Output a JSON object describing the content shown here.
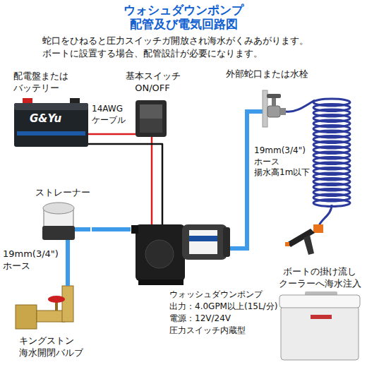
{
  "diagram": {
    "title": "ウォシュダウンポンプ 配管及び電気回路図",
    "nodes": [
      {
        "text": [
          "配電盤または バッテリー"
        ]
      },
      {
        "text": [
          "基本スイッチ ON/OFF"
        ]
      },
      {
        "text": [
          "外部蛇口または水栓"
        ]
      },
      {
        "text": [
          "ストレーナー"
        ]
      },
      {
        "text": [
          "ウォッシュダウンポンプ",
          "出力：4.0GPM以上(15L/分)",
          "電源：12V/24V",
          "圧力スイッチ内蔵型"
        ]
      },
      {
        "text": [
          "ボートの掛け流し クーラーへ海水注入"
        ]
      },
      {
        "text": [
          "キングストン 海水開閉バルブ"
        ]
      }
    ],
    "edges": [
      {
        "from": 0,
        "to": 1,
        "arrow": "none"
      },
      {
        "from": 1,
        "to": 4,
        "arrow": "none"
      },
      {
        "from": 0,
        "to": 4,
        "arrow": "none"
      },
      {
        "from": 6,
        "to": 3,
        "arrow": "none"
      },
      {
        "from": 3,
        "to": 4,
        "arrow": "none"
      },
      {
        "from": 4,
        "to": 2,
        "arrow": "none"
      }
    ],
    "labels": [
      "蛇口をひねると圧力スイッチガ開放され海水がくみあがります。",
      "ボートに設置する場合、配管設計が必要になります。",
      "G&Yu",
      "14AWG ケーブル",
      "19mm(3/4\") ホース 揚水高1m以下",
      "19mm(3/4\") ホース"
    ]
  }
}
